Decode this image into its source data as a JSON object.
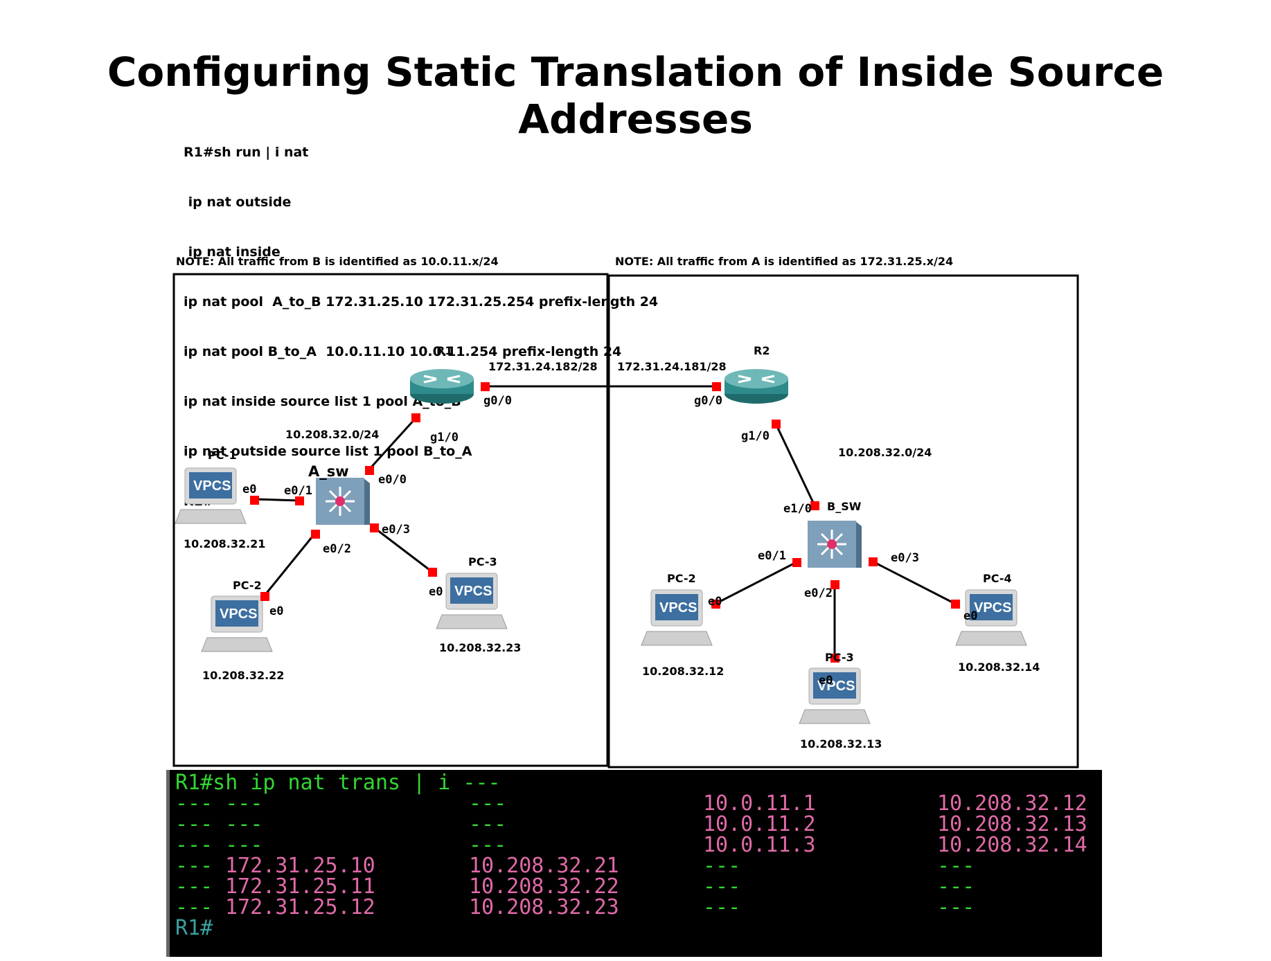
{
  "title": "Configuring Static Translation of Inside Source Addresses",
  "config_lines": [
    "R1#sh run | i nat",
    " ip nat outside",
    " ip nat inside",
    "ip nat pool  A_to_B 172.31.25.10 172.31.25.254 prefix-length 24",
    "ip nat pool B_to_A  10.0.11.10 10.0.11.254 prefix-length 24",
    "ip nat inside source list 1 pool A_to_B",
    "ip nat outside source list 1 pool B_to_A",
    "R1#"
  ],
  "notes": {
    "left": "NOTE: All traffic from B is identified as 10.0.11.x/24",
    "right": "NOTE: All traffic from A is identified as 172.31.25.x/24"
  },
  "diagram": {
    "r1": {
      "name": "R1",
      "ip": "172.31.24.182/28",
      "g0": "g0/0",
      "g1": "g1/0",
      "subnet": "10.208.32.0/24"
    },
    "r2": {
      "name": "R2",
      "ip": "172.31.24.181/28",
      "g0": "g0/0",
      "g1": "g1/0",
      "subnet": "10.208.32.0/24"
    },
    "a_sw": {
      "name": "A_sw",
      "e00": "e0/0",
      "e01": "e0/1",
      "e02": "e0/2",
      "e03": "e0/3"
    },
    "b_sw": {
      "name": "B_SW",
      "e10": "e1/0",
      "e01": "e0/1",
      "e02": "e0/2",
      "e03": "e0/3"
    },
    "vpcs_label": "VPCS",
    "pc_if": "e0",
    "left_pcs": [
      {
        "name": "PC-1",
        "ip": "10.208.32.21"
      },
      {
        "name": "PC-2",
        "ip": "10.208.32.22"
      },
      {
        "name": "PC-3",
        "ip": "10.208.32.23"
      }
    ],
    "right_pcs": [
      {
        "name": "PC-2",
        "ip": "10.208.32.12"
      },
      {
        "name": "PC-3",
        "ip": "10.208.32.13"
      },
      {
        "name": "PC-4",
        "ip": "10.208.32.14"
      }
    ]
  },
  "terminal": {
    "command": "R1#sh ip nat trans | i ---",
    "prompt": "R1#",
    "rows": [
      [
        "--- ---",
        "---",
        "10.0.11.1",
        "10.208.32.12"
      ],
      [
        "--- ---",
        "---",
        "10.0.11.2",
        "10.208.32.13"
      ],
      [
        "--- ---",
        "---",
        "10.0.11.3",
        "10.208.32.14"
      ],
      [
        "--- 172.31.25.10",
        "10.208.32.21",
        "---",
        "---"
      ],
      [
        "--- 172.31.25.11",
        "10.208.32.22",
        "---",
        "---"
      ],
      [
        "--- 172.31.25.12",
        "10.208.32.23",
        "---",
        "---"
      ]
    ]
  },
  "colors": {
    "terminal_green": "#33d633",
    "terminal_pink": "#e06aa8",
    "terminal_cyan": "#3aa0a0",
    "port_red": "#ff0000",
    "router_teal": "#2e8b8b",
    "switch_blue": "#6e8fa8"
  }
}
